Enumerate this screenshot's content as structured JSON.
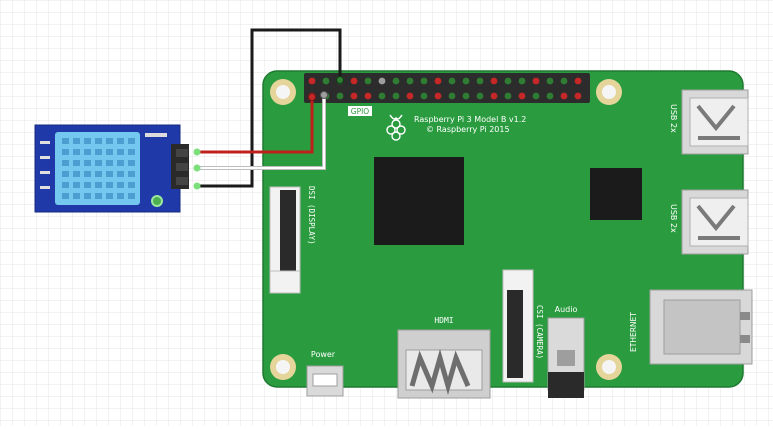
{
  "board": {
    "model_text": "Raspberry Pi 3 Model B v1.2",
    "copyright_text": "© Raspberry Pi 2015",
    "gpio_label": "GPIO",
    "usb_label_1": "USB 2x",
    "usb_label_2": "USB 2x",
    "ethernet_label": "ETHERNET",
    "hdmi_label": "HDMI",
    "power_label": "Power",
    "audio_label": "Audio",
    "dsi_label": "DSI (DISPLAY)",
    "csi_label": "CSI (CAMERA)",
    "board_color": "#2a9c3f",
    "pin_colors": [
      "#c62828",
      "#2e7d32",
      "#9e9e9e"
    ]
  },
  "sensor": {
    "module_color": "#1f3aa8",
    "body_color": "#74c7ee"
  },
  "wires": {
    "black": "#1a1a1a",
    "red": "#c0201b",
    "white": "#e8e8e8"
  }
}
